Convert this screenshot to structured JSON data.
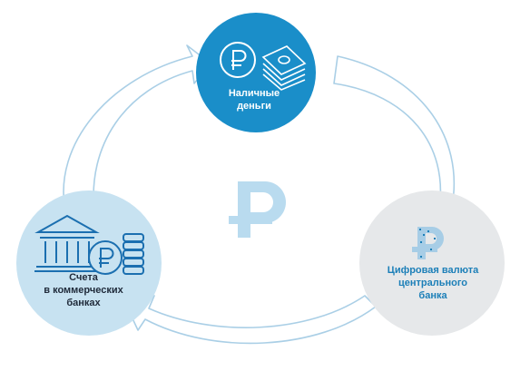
{
  "nodes": {
    "cash": {
      "label": "Наличные\nденьги",
      "icon": "ruble-coin-and-banknotes-icon"
    },
    "bank": {
      "label": "Счета\nв коммерческих\nбанках",
      "icon": "bank-building-and-coins-icon"
    },
    "cbdc": {
      "label": "Цифровая валюта\nцентрального\nбанка",
      "icon": "digital-ruble-icon"
    }
  },
  "center": {
    "symbol": "₽",
    "icon": "ruble-sign-icon"
  },
  "colors": {
    "cash_fill": "#1a8ec9",
    "bank_fill": "#c7e2f1",
    "cbdc_fill": "#e6e8ea",
    "arrow_stroke": "#aacfe6",
    "center_ruble": "#b9dbef",
    "cbdc_text": "#1c7fb8"
  }
}
